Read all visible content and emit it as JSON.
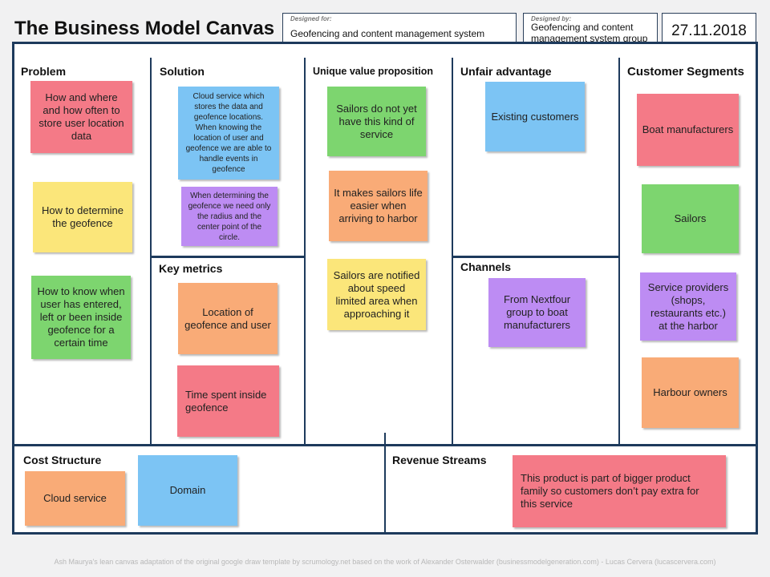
{
  "title": "The Business Model Canvas",
  "designed_for": {
    "caption": "Designed for:",
    "value": "Geofencing and content management system"
  },
  "designed_by": {
    "caption": "Designed by:",
    "value": "Geofencing and content management system group"
  },
  "date": "27.11.2018",
  "sections": {
    "problem": {
      "heading": "Problem",
      "notes": [
        {
          "text": "How and where and how often to store user location data",
          "color": "pink"
        },
        {
          "text": "How to determine the geofence",
          "color": "yellow"
        },
        {
          "text": "How to know when user has entered, left or been inside geofence for a certain time",
          "color": "green"
        }
      ]
    },
    "solution": {
      "heading": "Solution",
      "notes": [
        {
          "text": "Cloud service which stores the data and geofence locations. When knowing the location of user and geofence we are able to handle events in geofence",
          "color": "blue"
        },
        {
          "text": "When determining the geofence we need only the radius and the center point of the circle.",
          "color": "purple"
        }
      ]
    },
    "key_metrics": {
      "heading": "Key metrics",
      "notes": [
        {
          "text": "Location of geofence and user",
          "color": "orange"
        },
        {
          "text": "Time spent inside geofence",
          "color": "pink"
        }
      ]
    },
    "uvp": {
      "heading": "Unique value proposition",
      "notes": [
        {
          "text": "Sailors do not yet have this kind of service",
          "color": "green"
        },
        {
          "text": "It makes sailors life easier when arriving to harbor",
          "color": "orange"
        },
        {
          "text": "Sailors are notified about speed limited area when approaching it",
          "color": "yellow"
        }
      ]
    },
    "unfair_advantage": {
      "heading": "Unfair advantage",
      "notes": [
        {
          "text": "Existing customers",
          "color": "blue"
        }
      ]
    },
    "channels": {
      "heading": "Channels",
      "notes": [
        {
          "text": "From Nextfour group to boat manufacturers",
          "color": "purple"
        }
      ]
    },
    "customer_segments": {
      "heading": "Customer Segments",
      "notes": [
        {
          "text": "Boat manufacturers",
          "color": "pink"
        },
        {
          "text": "Sailors",
          "color": "green"
        },
        {
          "text": "Service providers (shops, restaurants etc.) at the harbor",
          "color": "purple"
        },
        {
          "text": "Harbour owners",
          "color": "orange"
        }
      ]
    },
    "cost_structure": {
      "heading": "Cost Structure",
      "notes": [
        {
          "text": "Cloud service",
          "color": "orange"
        },
        {
          "text": "Domain",
          "color": "blue"
        }
      ]
    },
    "revenue_streams": {
      "heading": "Revenue Streams",
      "notes": [
        {
          "text": "This product is part of bigger product family so customers don’t pay extra for this service",
          "color": "pink"
        }
      ]
    }
  },
  "footer": "Ash Maurya's lean canvas adaptation of the original google draw template by scrumology.net based on the work of Alexander Osterwalder (businessmodelgeneration.com) - Lucas Cervera (lucascervera.com)"
}
